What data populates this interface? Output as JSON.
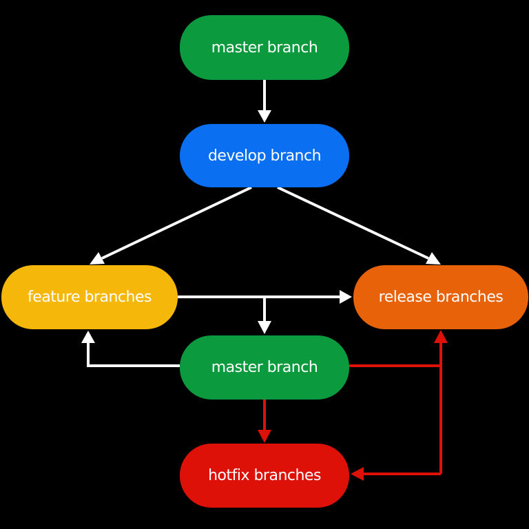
{
  "diagram": {
    "title": "Git branching workflow",
    "nodes": [
      {
        "id": "master-top",
        "label": "master branch",
        "color": "#0b9a3e"
      },
      {
        "id": "develop",
        "label": "develop branch",
        "color": "#0a6ff0"
      },
      {
        "id": "feature",
        "label": "feature branches",
        "color": "#f5b80a"
      },
      {
        "id": "release",
        "label": "release branches",
        "color": "#e8620a"
      },
      {
        "id": "master-mid",
        "label": "master branch",
        "color": "#0b9a3e"
      },
      {
        "id": "hotfix",
        "label": "hotfix branches",
        "color": "#dd1108"
      }
    ],
    "edges": [
      {
        "from": "master-top",
        "to": "develop",
        "color": "#ffffff"
      },
      {
        "from": "develop",
        "to": "feature",
        "color": "#ffffff"
      },
      {
        "from": "develop",
        "to": "release",
        "color": "#ffffff"
      },
      {
        "from": "feature",
        "to": "release",
        "color": "#ffffff"
      },
      {
        "from": "feature",
        "to": "master-mid",
        "color": "#ffffff"
      },
      {
        "from": "master-mid",
        "to": "feature",
        "color": "#ffffff"
      },
      {
        "from": "master-mid",
        "to": "hotfix",
        "color": "#dd1108"
      },
      {
        "from": "master-mid",
        "to": "release",
        "color": "#dd1108"
      },
      {
        "from": "master-mid",
        "to": "hotfix",
        "color": "#dd1108",
        "via": "right-side loop"
      }
    ]
  }
}
